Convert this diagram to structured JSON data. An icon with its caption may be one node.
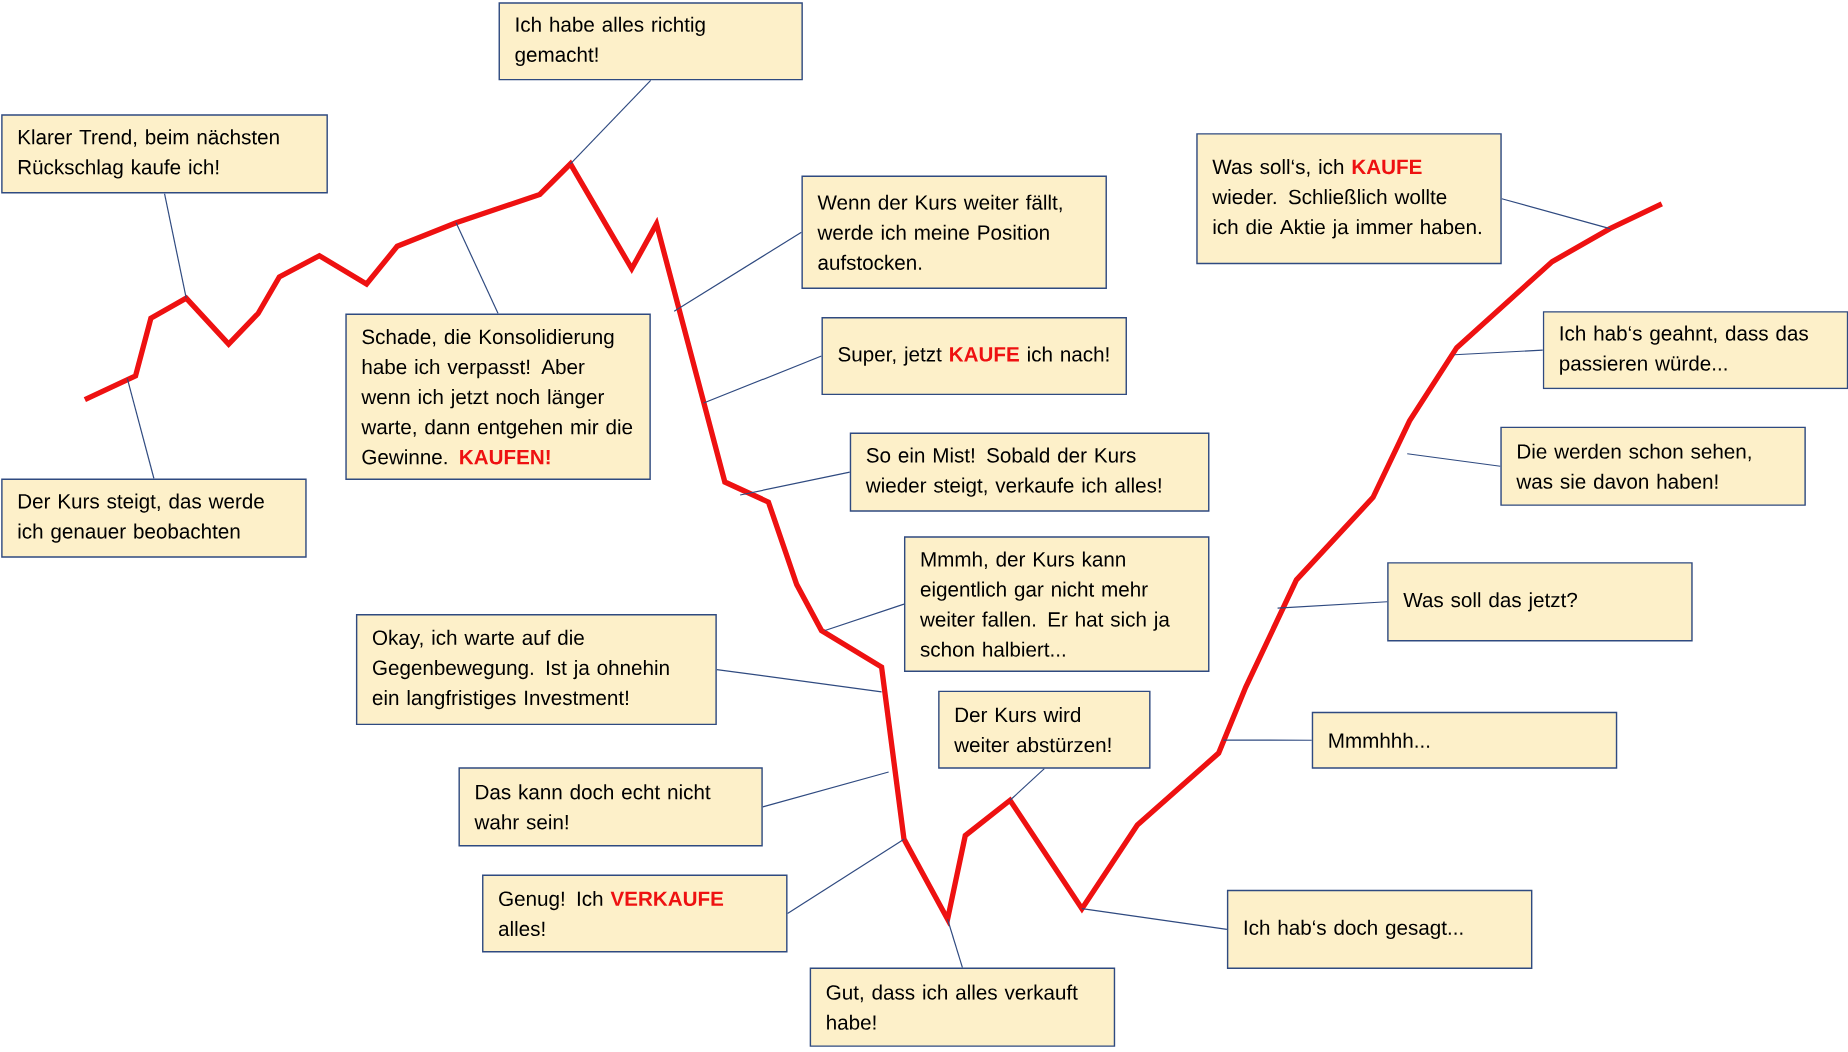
{
  "diagram": {
    "nodes": [
      {
        "text": [
          "Ich habe alles richtig gemacht!"
        ]
      },
      {
        "text": [
          "Klarer Trend, beim nächsten Rückschlag kaufe ich!"
        ]
      },
      {
        "text": [
          "Was soll‘s, ich **KAUFE** wieder. Schließlich wollte ich die Aktie ja immer haben."
        ]
      },
      {
        "text": [
          "Wenn der Kurs weiter fällt, werde ich meine Position aufstocken."
        ]
      },
      {
        "text": [
          "Schade, die Konsolidierung habe ich verpasst! Aber wenn ich jetzt noch länger warte, dann entgehen mir die Gewinne. **KAUFEN!**"
        ]
      },
      {
        "text": [
          "Super, jetzt **KAUFE** ich nach!"
        ]
      },
      {
        "text": [
          "Ich hab‘s geahnt, dass das passieren würde..."
        ]
      },
      {
        "text": [
          "Die werden schon sehen, was sie davon haben!"
        ]
      },
      {
        "text": [
          "So ein Mist! Sobald der Kurs wieder steigt, verkaufe ich alles!"
        ]
      },
      {
        "text": [
          "Der Kurs steigt, das werde ich genauer beobachten"
        ]
      },
      {
        "text": [
          "Mmmh, der Kurs kann eigentlich gar nicht mehr weiter fallen. Er hat sich ja schon halbiert..."
        ]
      },
      {
        "text": [
          "Was soll das jetzt?"
        ]
      },
      {
        "text": [
          "Okay, ich warte auf die Gegenbewegung. Ist ja ohnehin ein langfristiges Investment!"
        ]
      },
      {
        "text": [
          "Der Kurs wird weiter abstürzen!"
        ]
      },
      {
        "text": [
          "Mmmhhh..."
        ]
      },
      {
        "text": [
          "Das kann doch echt nicht wahr sein!"
        ]
      },
      {
        "text": [
          "Genug! Ich **VERKAUFE** alles!"
        ]
      },
      {
        "text": [
          "Ich hab‘s doch gesagt..."
        ]
      },
      {
        "text": [
          "Gut, dass ich alles verkauft habe!"
        ]
      }
    ],
    "edges": [
      {
        "from": 0,
        "to": null,
        "arrow": "none"
      },
      {
        "from": 1,
        "to": null,
        "arrow": "none"
      },
      {
        "from": 2,
        "to": null,
        "arrow": "none"
      },
      {
        "from": 3,
        "to": null,
        "arrow": "none"
      },
      {
        "from": 4,
        "to": null,
        "arrow": "none"
      },
      {
        "from": 5,
        "to": null,
        "arrow": "none"
      },
      {
        "from": 6,
        "to": null,
        "arrow": "none"
      },
      {
        "from": 7,
        "to": null,
        "arrow": "none"
      },
      {
        "from": 8,
        "to": null,
        "arrow": "none"
      },
      {
        "from": 9,
        "to": null,
        "arrow": "none"
      },
      {
        "from": 10,
        "to": null,
        "arrow": "none"
      },
      {
        "from": 11,
        "to": null,
        "arrow": "none"
      },
      {
        "from": 12,
        "to": null,
        "arrow": "none"
      },
      {
        "from": 13,
        "to": null,
        "arrow": "none"
      },
      {
        "from": 14,
        "to": null,
        "arrow": "none"
      },
      {
        "from": 15,
        "to": null,
        "arrow": "none"
      },
      {
        "from": 16,
        "to": null,
        "arrow": "none"
      },
      {
        "from": 17,
        "to": null,
        "arrow": "none"
      },
      {
        "from": 18,
        "to": null,
        "arrow": "none"
      }
    ]
  }
}
